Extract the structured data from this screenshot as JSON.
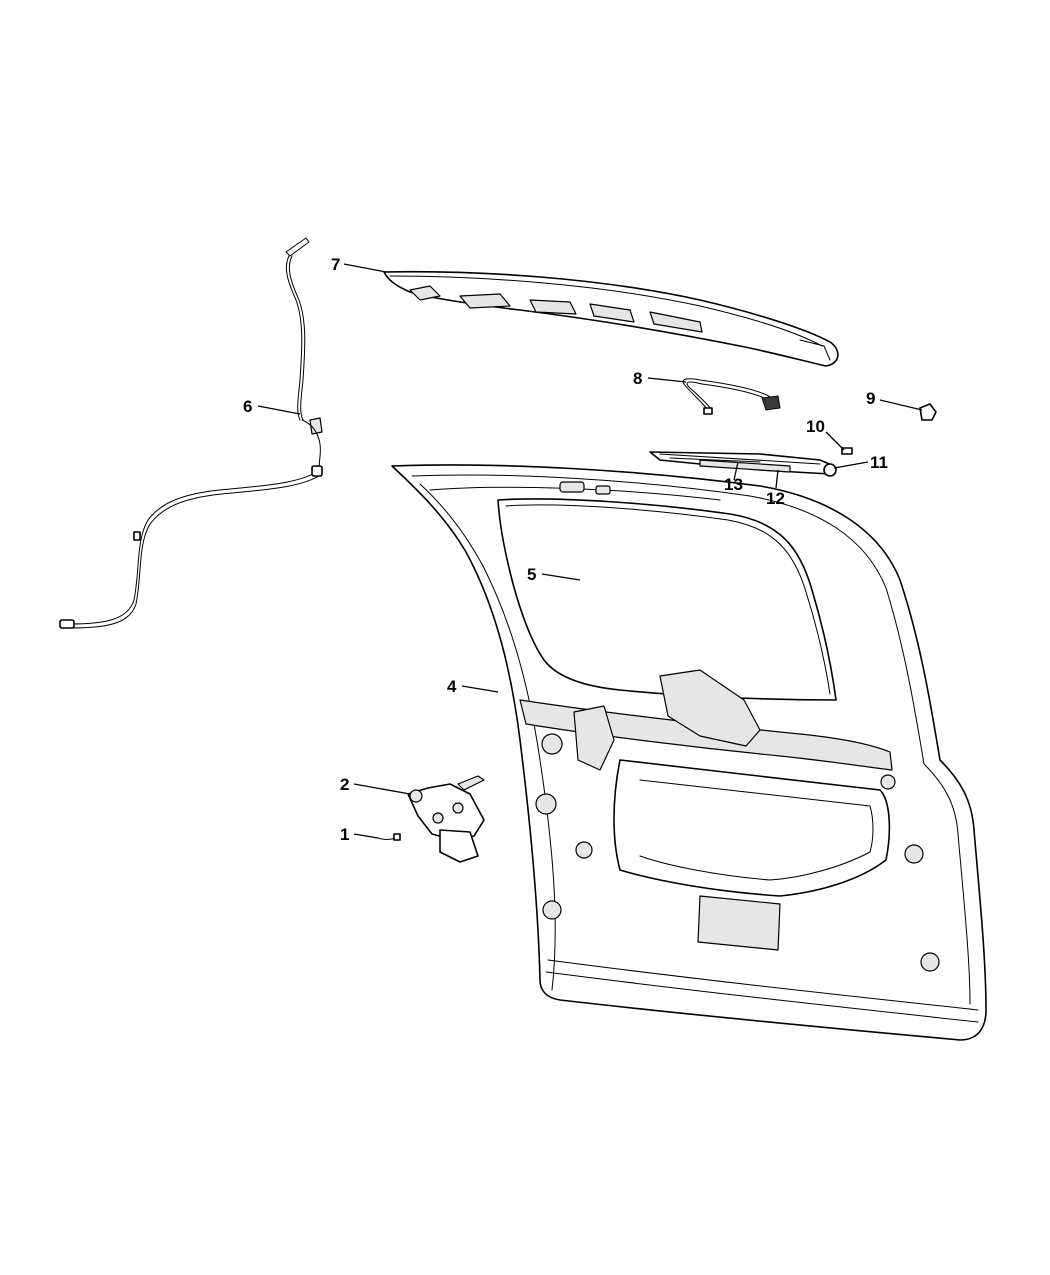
{
  "diagram": {
    "callouts": [
      {
        "id": "1",
        "label": "1"
      },
      {
        "id": "2",
        "label": "2"
      },
      {
        "id": "4",
        "label": "4"
      },
      {
        "id": "5",
        "label": "5"
      },
      {
        "id": "6",
        "label": "6"
      },
      {
        "id": "7",
        "label": "7"
      },
      {
        "id": "8",
        "label": "8"
      },
      {
        "id": "9",
        "label": "9"
      },
      {
        "id": "10",
        "label": "10"
      },
      {
        "id": "11",
        "label": "11"
      },
      {
        "id": "12",
        "label": "12"
      },
      {
        "id": "13",
        "label": "13"
      }
    ]
  }
}
